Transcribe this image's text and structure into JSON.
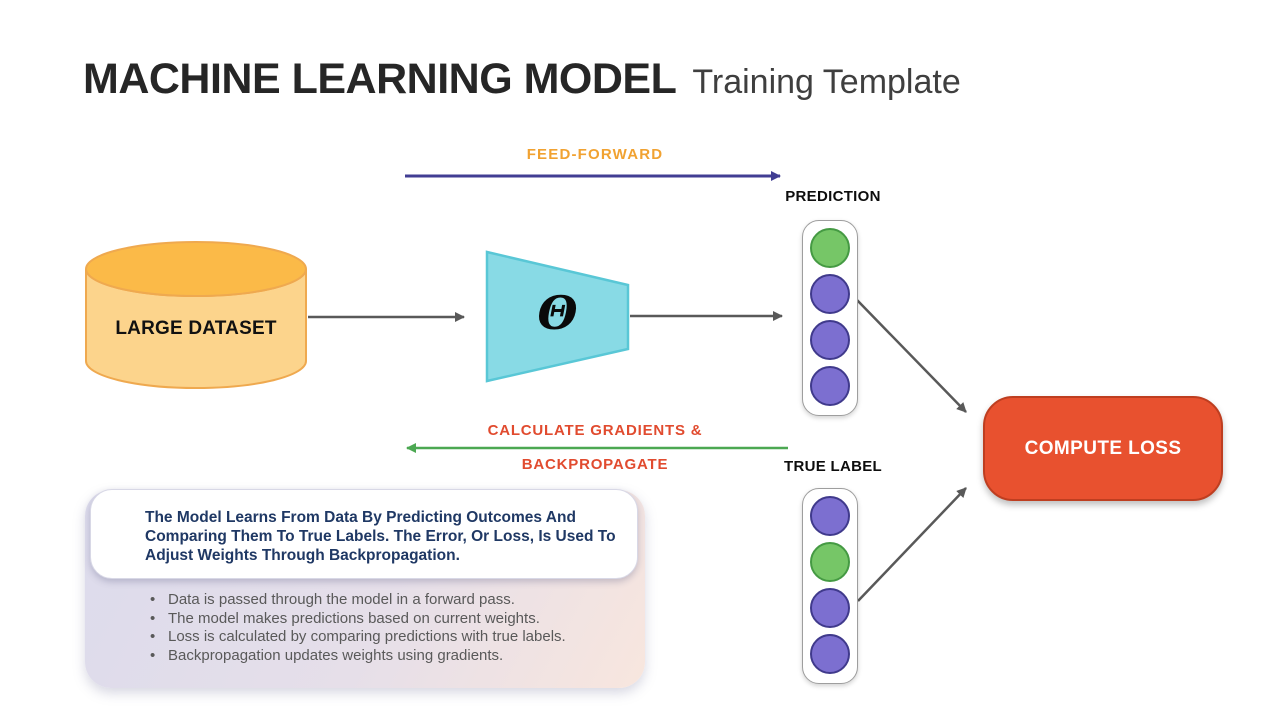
{
  "slide": {
    "title": "MACHINE LEARNING MODEL",
    "subtitle": "Training Template"
  },
  "diagram": {
    "feed_forward_label": "FEED-FORWARD",
    "backprop_label_line1": "CALCULATE GRADIENTS &",
    "backprop_label_line2": "BACKPROPAGATE",
    "dataset_label": "LARGE DATASET",
    "model_symbol": "Θ",
    "prediction": {
      "label": "PREDICTION",
      "nodes": [
        "green",
        "purple",
        "purple",
        "purple"
      ]
    },
    "true_label": {
      "label": "TRUE LABEL",
      "nodes": [
        "purple",
        "green",
        "purple",
        "purple"
      ]
    },
    "compute_loss_label": "COMPUTE LOSS"
  },
  "info_box": {
    "text": "The Model Learns From Data By Predicting Outcomes And Comparing Them To True Labels. The Error, Or Loss, Is Used To Adjust Weights Through Backpropagation."
  },
  "bullets": [
    "Data is passed through the model in a forward pass.",
    "The model makes predictions based on current weights.",
    "Loss is calculated by comparing predictions with true labels.",
    "Backpropagation updates weights using gradients."
  ],
  "colors": {
    "title_dark": "#262626",
    "subtitle_gray": "#3F3F3F",
    "feed_forward_orange": "#F1A231",
    "feed_forward_arrow_indigo": "#413E93",
    "backprop_red": "#E14B2F",
    "backprop_arrow_green": "#4CA852",
    "dataset_body": "#FCD48C",
    "dataset_top": "#FBBA48",
    "dataset_stroke": "#EFA94F",
    "model_fill": "#88DAE5",
    "model_stroke": "#59C7D6",
    "node_green": "#76C667",
    "node_green_stroke": "#459A43",
    "node_purple": "#7C6FD0",
    "node_purple_stroke": "#403A8C",
    "loss_fill": "#E8512F",
    "loss_stroke": "#BE3E20",
    "arrow_gray": "#595959",
    "info_text_navy": "#1F3864",
    "bullet_gray": "#595959",
    "card_gradient_start": "#DCDBEC",
    "card_gradient_end": "#F8E6DE"
  }
}
